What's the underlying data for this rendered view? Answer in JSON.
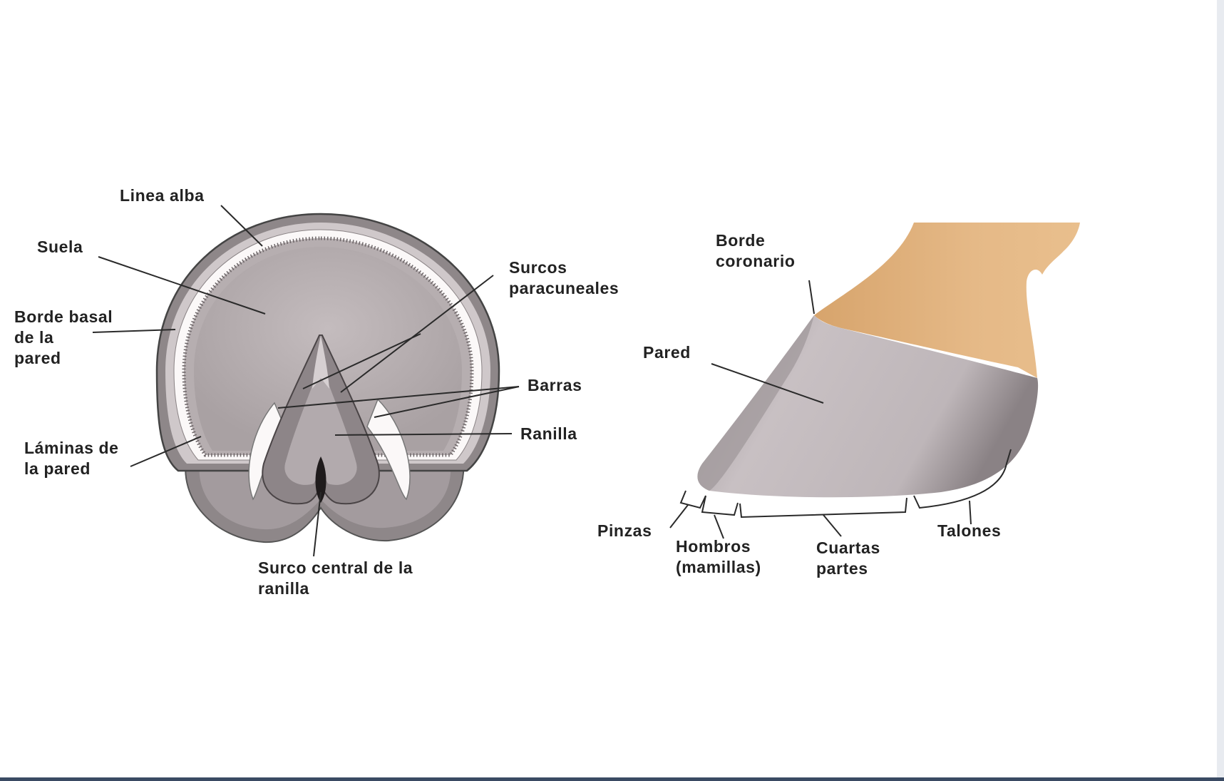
{
  "colors": {
    "sole": "#b9b1b3",
    "wall_outer": "#8e8789",
    "wall_inner": "#d8d1d3",
    "white_line": "#fbf8f8",
    "coronet": "#e0b27f",
    "hoof_wall": "#bfb7ba",
    "hoof_shadow": "#8f878a",
    "text": "#222222"
  },
  "left_view": {
    "labels": {
      "linea_alba": "Linea alba",
      "suela": "Suela",
      "borde_basal": [
        "Borde basal",
        "de la",
        "pared"
      ],
      "laminas": [
        "Láminas de",
        "la pared"
      ],
      "surcos": [
        "Surcos",
        "paracuneales"
      ],
      "barras": "Barras",
      "ranilla": "Ranilla",
      "surco_central": [
        "Surco central de la",
        "ranilla"
      ]
    }
  },
  "right_view": {
    "labels": {
      "borde_coronario": [
        "Borde",
        "coronario"
      ],
      "pared": "Pared",
      "pinzas": "Pinzas",
      "hombros": [
        "Hombros",
        "(mamillas)"
      ],
      "cuartas": [
        "Cuartas",
        "partes"
      ],
      "talones": "Talones"
    }
  }
}
